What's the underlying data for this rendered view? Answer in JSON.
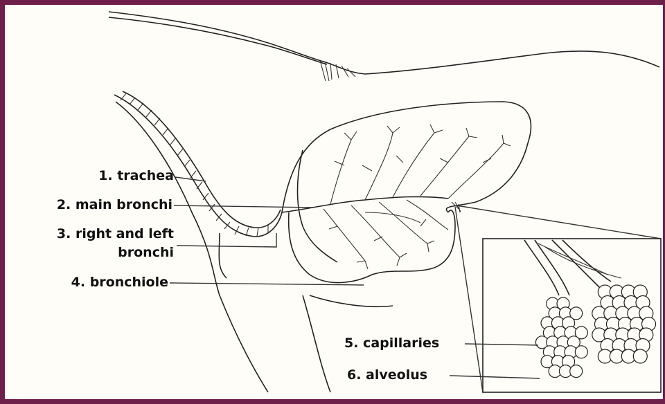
{
  "labels": {
    "trachea": "1. trachea",
    "main_bronchi": "2. main bronchi",
    "right_left_1": "3. right and left",
    "right_left_2": "bronchi",
    "bronchiole": "4. bronchiole",
    "capillaries": "5. capillaries",
    "alveolus": "6. alveolus"
  },
  "colors": {
    "border": "#6e1f4a",
    "ink": "#222222",
    "background": "#fffdf7"
  }
}
